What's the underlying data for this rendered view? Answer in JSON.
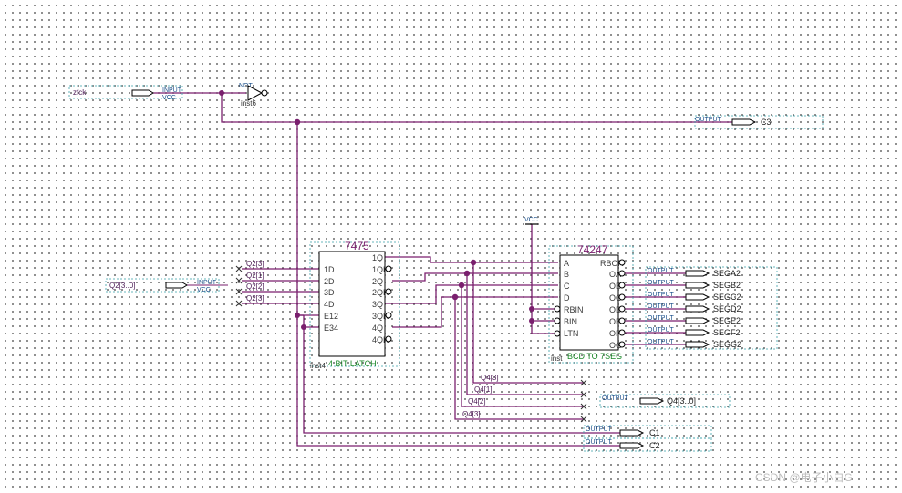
{
  "inputs": {
    "clk_name": "zfck",
    "clk_type": "INPUT",
    "clk_vcc": "VCC",
    "q2_name": "Q2[3..0]",
    "q2_type": "INPUT",
    "q2_vcc": "VCC"
  },
  "not_gate": {
    "label": "NOT",
    "inst": "inst6"
  },
  "vcc_label": "VCC",
  "latch": {
    "title": "7475",
    "subtitle": "4 BIT LATCH",
    "inst": "inst4",
    "in_pins": [
      "1D",
      "2D",
      "3D",
      "4D",
      "E12",
      "E34"
    ],
    "out_pins": [
      "1Q",
      "1QN",
      "2Q",
      "2QN",
      "3Q",
      "3QN",
      "4Q",
      "4QN"
    ]
  },
  "decoder": {
    "title": "74247",
    "subtitle": "BCD TO 7SEG",
    "inst": "inst",
    "in_pins": [
      "A",
      "B",
      "C",
      "D",
      "RBIN",
      "BIN",
      "LTN"
    ],
    "out_pins": [
      "RBON",
      "OA",
      "OB",
      "OC",
      "OD",
      "OE",
      "OF",
      "OG"
    ]
  },
  "q2_bits": [
    "Q2[3]",
    "Q2[1]",
    "Q2[2]",
    "Q2[3]"
  ],
  "q4_bits": [
    "Q4[3]",
    "Q4[1]",
    "Q4[2]",
    "Q4[3]"
  ],
  "outputs": {
    "type": "OUTPUT",
    "c3": "C3",
    "c1": "C1",
    "c2": "C2",
    "q4": "Q4[3..0]",
    "segments": [
      "SEGA2",
      "SEGB2",
      "SEGC2",
      "SEGD2",
      "SEGE2",
      "SEGF2",
      "SEGG2"
    ]
  },
  "watermark": "CSDN @电子小白G"
}
